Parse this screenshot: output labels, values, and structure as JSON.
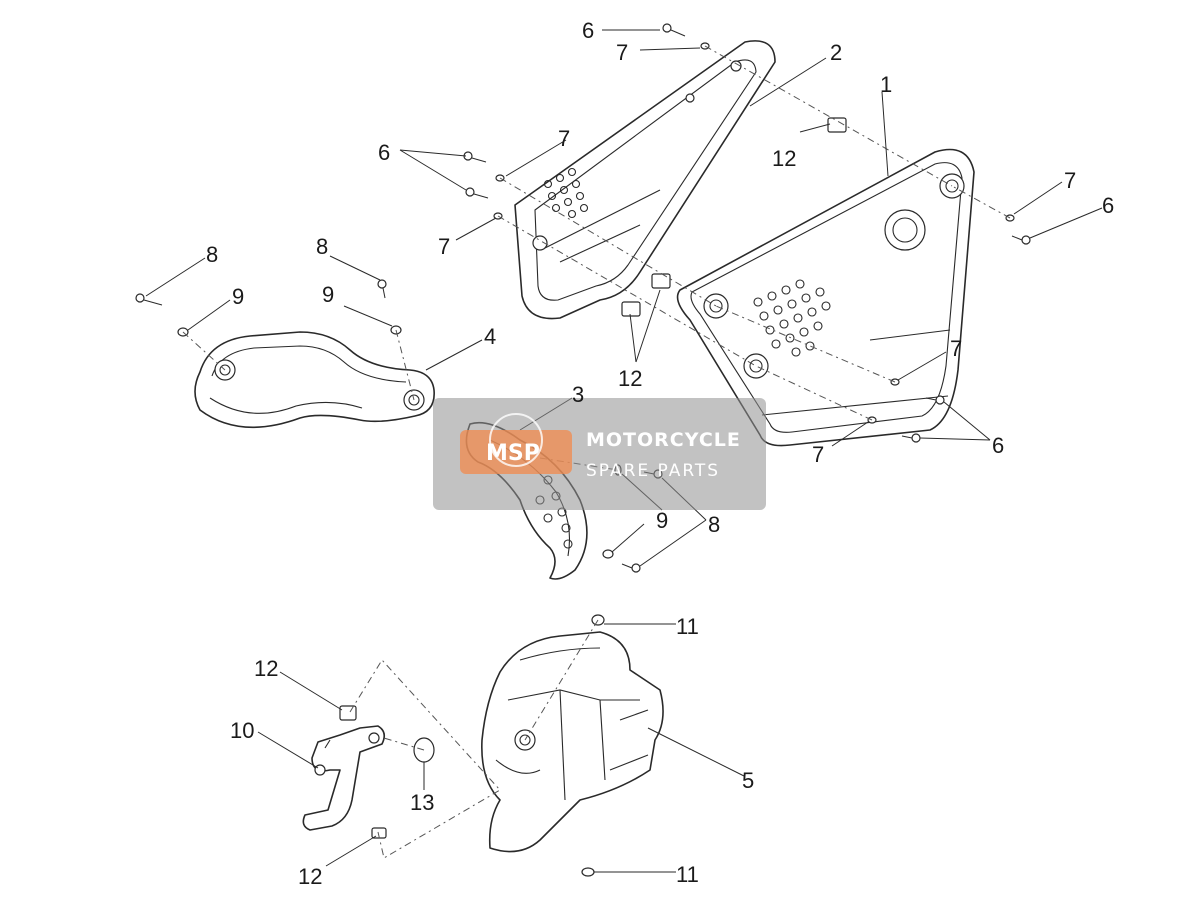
{
  "watermark": {
    "logo": "MSP",
    "line1": "MOTORCYCLE",
    "line2": "SPARE PARTS",
    "colors": {
      "band": "#8f8f8f",
      "logo": "#f28a4c"
    }
  },
  "callouts": {
    "c1": "1",
    "c2": "2",
    "c3": "3",
    "c4": "4",
    "c5": "5",
    "c6a": "6",
    "c6b": "6",
    "c6c": "6",
    "c6d": "6",
    "c7a": "7",
    "c7b": "7",
    "c7c": "7",
    "c7d": "7",
    "c7e": "7",
    "c7f": "7",
    "c8a": "8",
    "c8b": "8",
    "c8c": "8",
    "c9a": "9",
    "c9b": "9",
    "c9c": "9",
    "c10": "10",
    "c11a": "11",
    "c11b": "11",
    "c12a": "12",
    "c12b": "12",
    "c12c": "12",
    "c12d": "12",
    "c13": "13"
  }
}
